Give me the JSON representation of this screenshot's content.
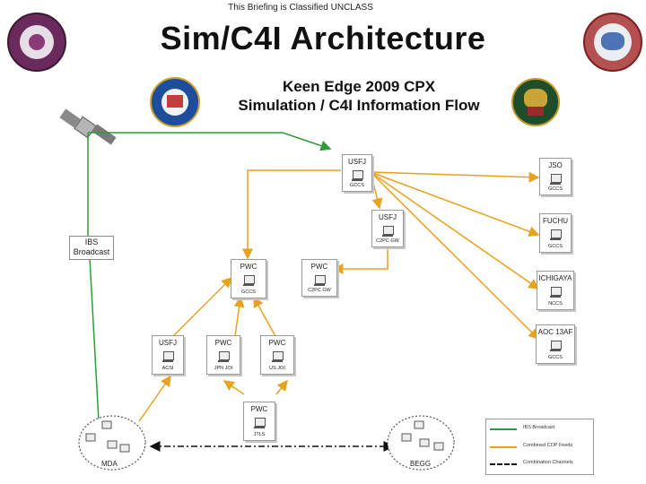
{
  "slide": {
    "classification": "This Briefing is Classified UNCLASS",
    "title": "Sim/C4I Architecture",
    "subtitle_line1": "Keen Edge 2009 CPX",
    "subtitle_line2": "Simulation / C4I Information Flow"
  },
  "nodes": {
    "usfj_top": {
      "label": "USFJ",
      "sub": "GCCS"
    },
    "jsd": {
      "label": "JSO",
      "sub": "GCCS"
    },
    "usfj_c2pc": {
      "label": "USFJ",
      "sub": "C2PC GW"
    },
    "fuchu": {
      "label": "FUCHU",
      "sub": "GCCS"
    },
    "ichigaya": {
      "label": "ICHIGAYA",
      "sub": "NCCS"
    },
    "aoc": {
      "label": "AOC 13AF",
      "sub": "GCCS"
    },
    "pwc_gccs": {
      "label": "PWC",
      "sub": "GCCS"
    },
    "pwc_c2pcgw": {
      "label": "PWC",
      "sub": "C2PC GW"
    },
    "usfj_acsi": {
      "label": "USFJ",
      "sub": "ACSI"
    },
    "pwc_jpnjoi": {
      "label": "PWC",
      "sub": "JPN JOI"
    },
    "pwc_usjoi": {
      "label": "PWC",
      "sub": "US JOI"
    },
    "pwc_jtls": {
      "label": "PWC",
      "sub": "JTLS"
    }
  },
  "ibs": {
    "line1": "IBS",
    "line2": "Broadcast"
  },
  "clouds": {
    "mda": "MDA",
    "begg": "BEGG"
  },
  "legend": {
    "ibs": "IBS Broadcast",
    "cop": "Combined COP Feeds",
    "sim": "Combination Channels"
  },
  "colors": {
    "orange": "#E8A21E",
    "green": "#2E9B3A",
    "black": "#111111"
  }
}
